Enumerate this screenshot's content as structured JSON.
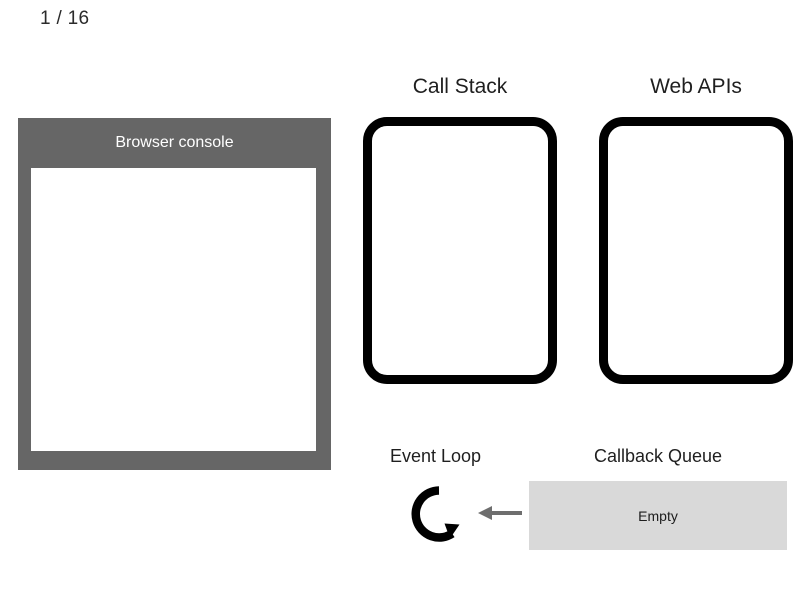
{
  "slide": {
    "counter": "1 / 16",
    "current": 1,
    "total": 16
  },
  "console": {
    "title": "Browser console",
    "log_lines": []
  },
  "panels": {
    "call_stack": {
      "label": "Call Stack",
      "items": []
    },
    "web_apis": {
      "label": "Web APIs",
      "items": []
    }
  },
  "event_loop": {
    "label": "Event Loop",
    "icon": "circular-arrow-icon"
  },
  "feed_arrow": {
    "icon": "arrow-left-icon"
  },
  "callback_queue": {
    "label": "Callback Queue",
    "content": "Empty"
  },
  "colors": {
    "background": "#ffffff",
    "console_frame": "#666666",
    "console_screen": "#ffffff",
    "console_title_text": "#ffffff",
    "stack_border": "#000000",
    "queue_background": "#d9d9d9",
    "arrow": "#6e6e6e",
    "text": "#1f1f1f"
  }
}
